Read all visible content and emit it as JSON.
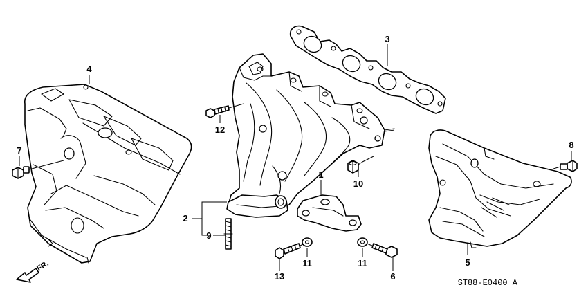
{
  "diagram": {
    "callouts": [
      {
        "id": "1",
        "label": "1"
      },
      {
        "id": "2",
        "label": "2"
      },
      {
        "id": "3",
        "label": "3"
      },
      {
        "id": "4",
        "label": "4"
      },
      {
        "id": "5",
        "label": "5"
      },
      {
        "id": "6",
        "label": "6"
      },
      {
        "id": "7",
        "label": "7"
      },
      {
        "id": "8",
        "label": "8"
      },
      {
        "id": "9",
        "label": "9"
      },
      {
        "id": "10",
        "label": "10"
      },
      {
        "id": "11a",
        "label": "11"
      },
      {
        "id": "11b",
        "label": "11"
      },
      {
        "id": "12",
        "label": "12"
      },
      {
        "id": "13",
        "label": "13"
      }
    ],
    "direction_label": "FR.",
    "diagram_code": "ST88-E0400 A"
  },
  "colors": {
    "line": "#000000",
    "background": "#ffffff"
  },
  "icons": [
    "front-direction-arrow-icon"
  ]
}
